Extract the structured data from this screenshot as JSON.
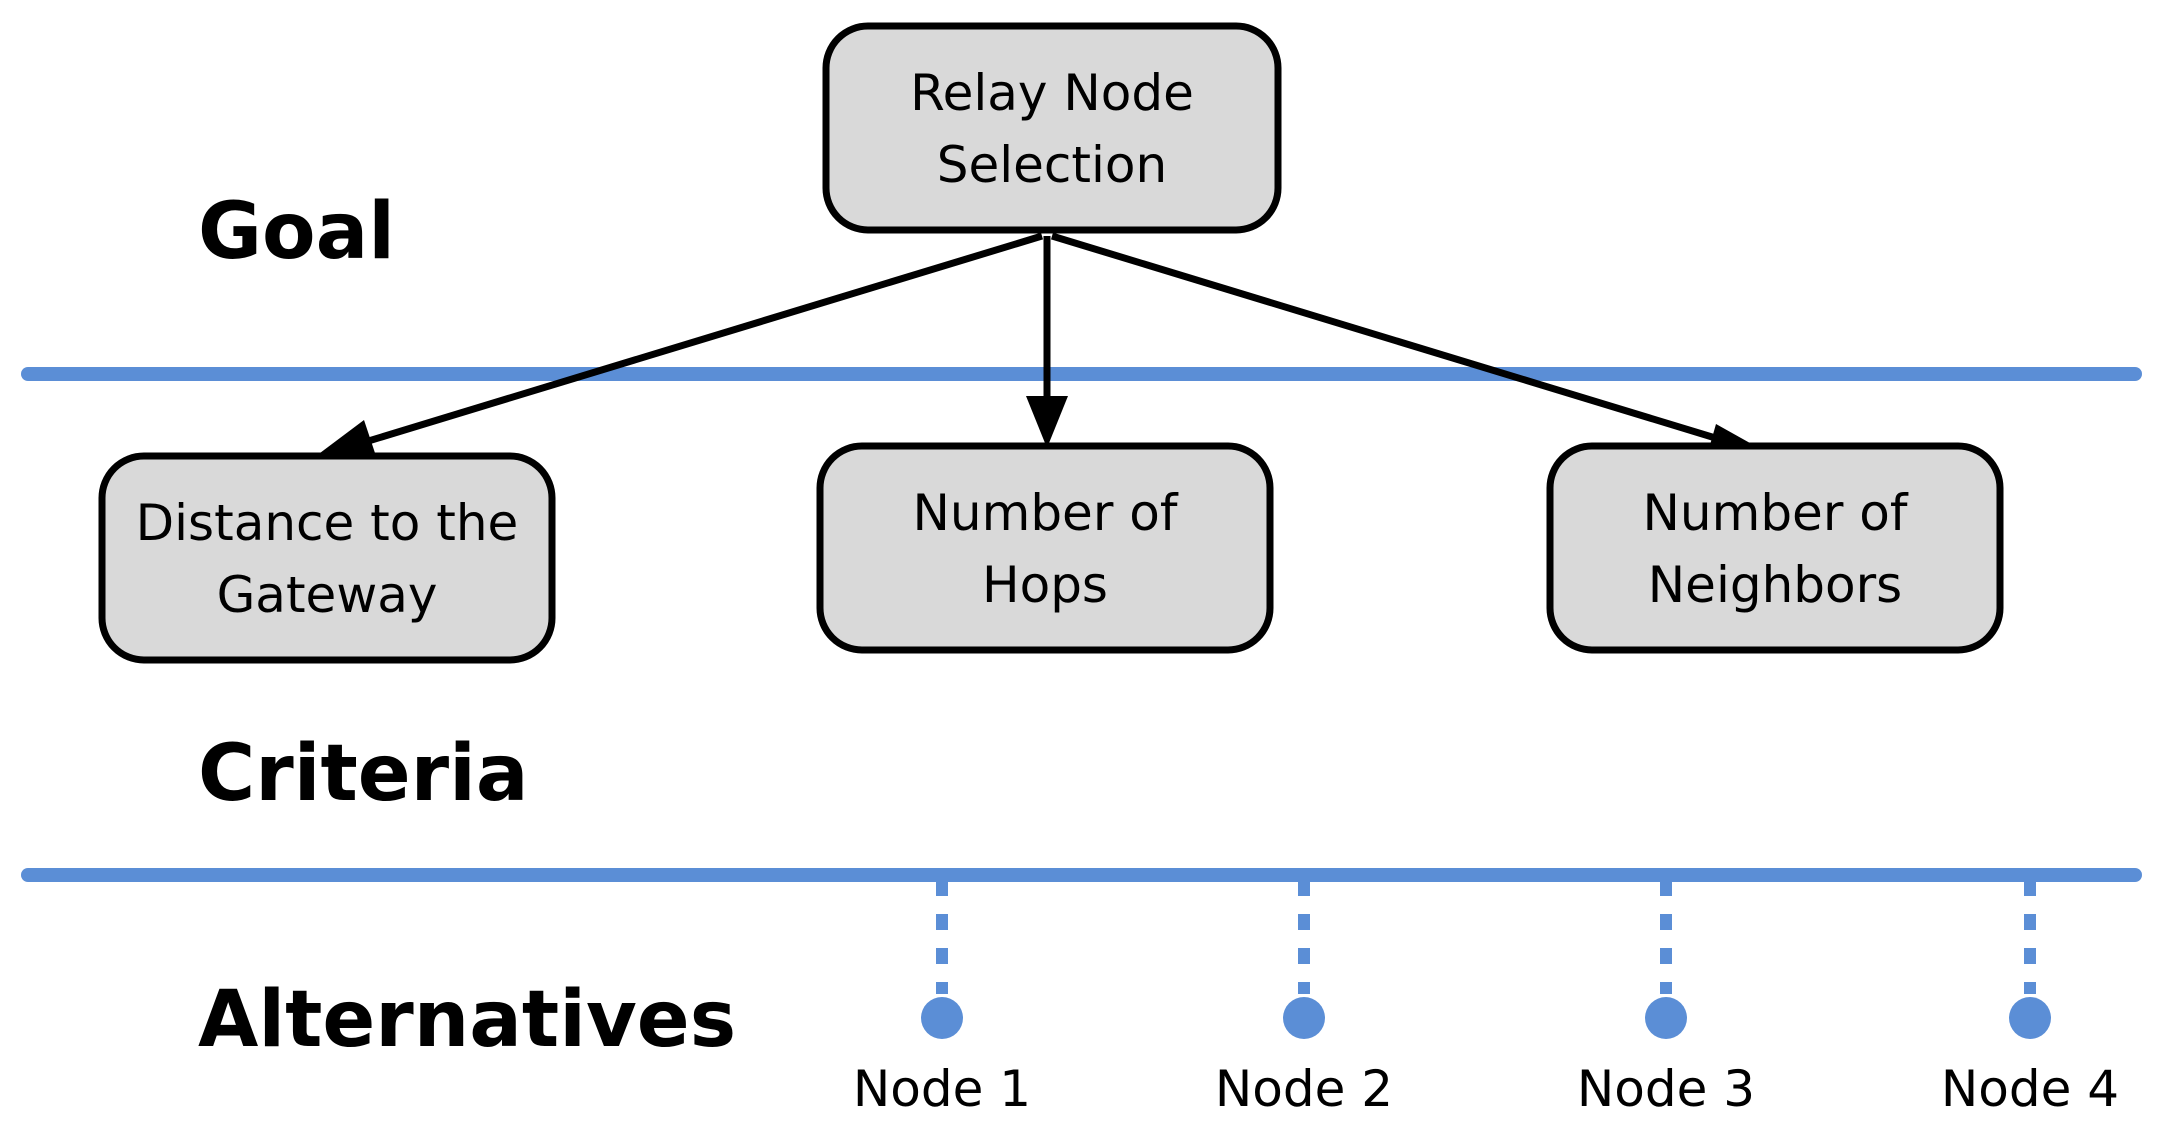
{
  "levels": {
    "goal": "Goal",
    "criteria": "Criteria",
    "alternatives": "Alternatives"
  },
  "goal_box": {
    "line1": "Relay Node",
    "line2": "Selection"
  },
  "criteria": [
    {
      "line1": "Distance to the",
      "line2": "Gateway"
    },
    {
      "line1": "Number of",
      "line2": "Hops"
    },
    {
      "line1": "Number of",
      "line2": "Neighbors"
    }
  ],
  "alternatives": [
    "Node 1",
    "Node 2",
    "Node 3",
    "Node 4"
  ],
  "colors": {
    "divider": "#5b8ed6",
    "box_fill": "#d9d9d9",
    "box_stroke": "#000000",
    "text": "#000000"
  }
}
